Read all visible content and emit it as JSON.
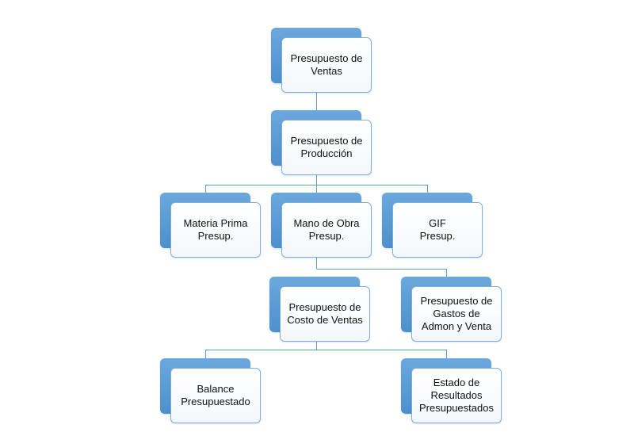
{
  "colors": {
    "box_back": "#5b9bd5",
    "box_border": "#7fb0dc",
    "connector": "#5b9bd5"
  },
  "nodes": {
    "presupuesto_ventas": {
      "lines": [
        "Presupuesto de",
        "Ventas"
      ]
    },
    "presupuesto_produccion": {
      "lines": [
        "Presupuesto de",
        "Producción"
      ]
    },
    "materia_prima": {
      "lines": [
        "Materia Prima",
        "Presup."
      ]
    },
    "mano_obra": {
      "lines": [
        "Mano de Obra",
        "Presup."
      ]
    },
    "gif": {
      "lines": [
        "GIF",
        "Presup."
      ]
    },
    "costo_ventas": {
      "lines": [
        "Presupuesto de",
        "Costo de Ventas"
      ]
    },
    "gastos_admon": {
      "lines": [
        "Presupuesto de",
        "Gastos de",
        "Admon y Venta"
      ]
    },
    "balance": {
      "lines": [
        "Balance",
        "Presupuestado"
      ]
    },
    "estado_resultados": {
      "lines": [
        "Estado de",
        "Resultados",
        "Presupuestados"
      ]
    }
  }
}
